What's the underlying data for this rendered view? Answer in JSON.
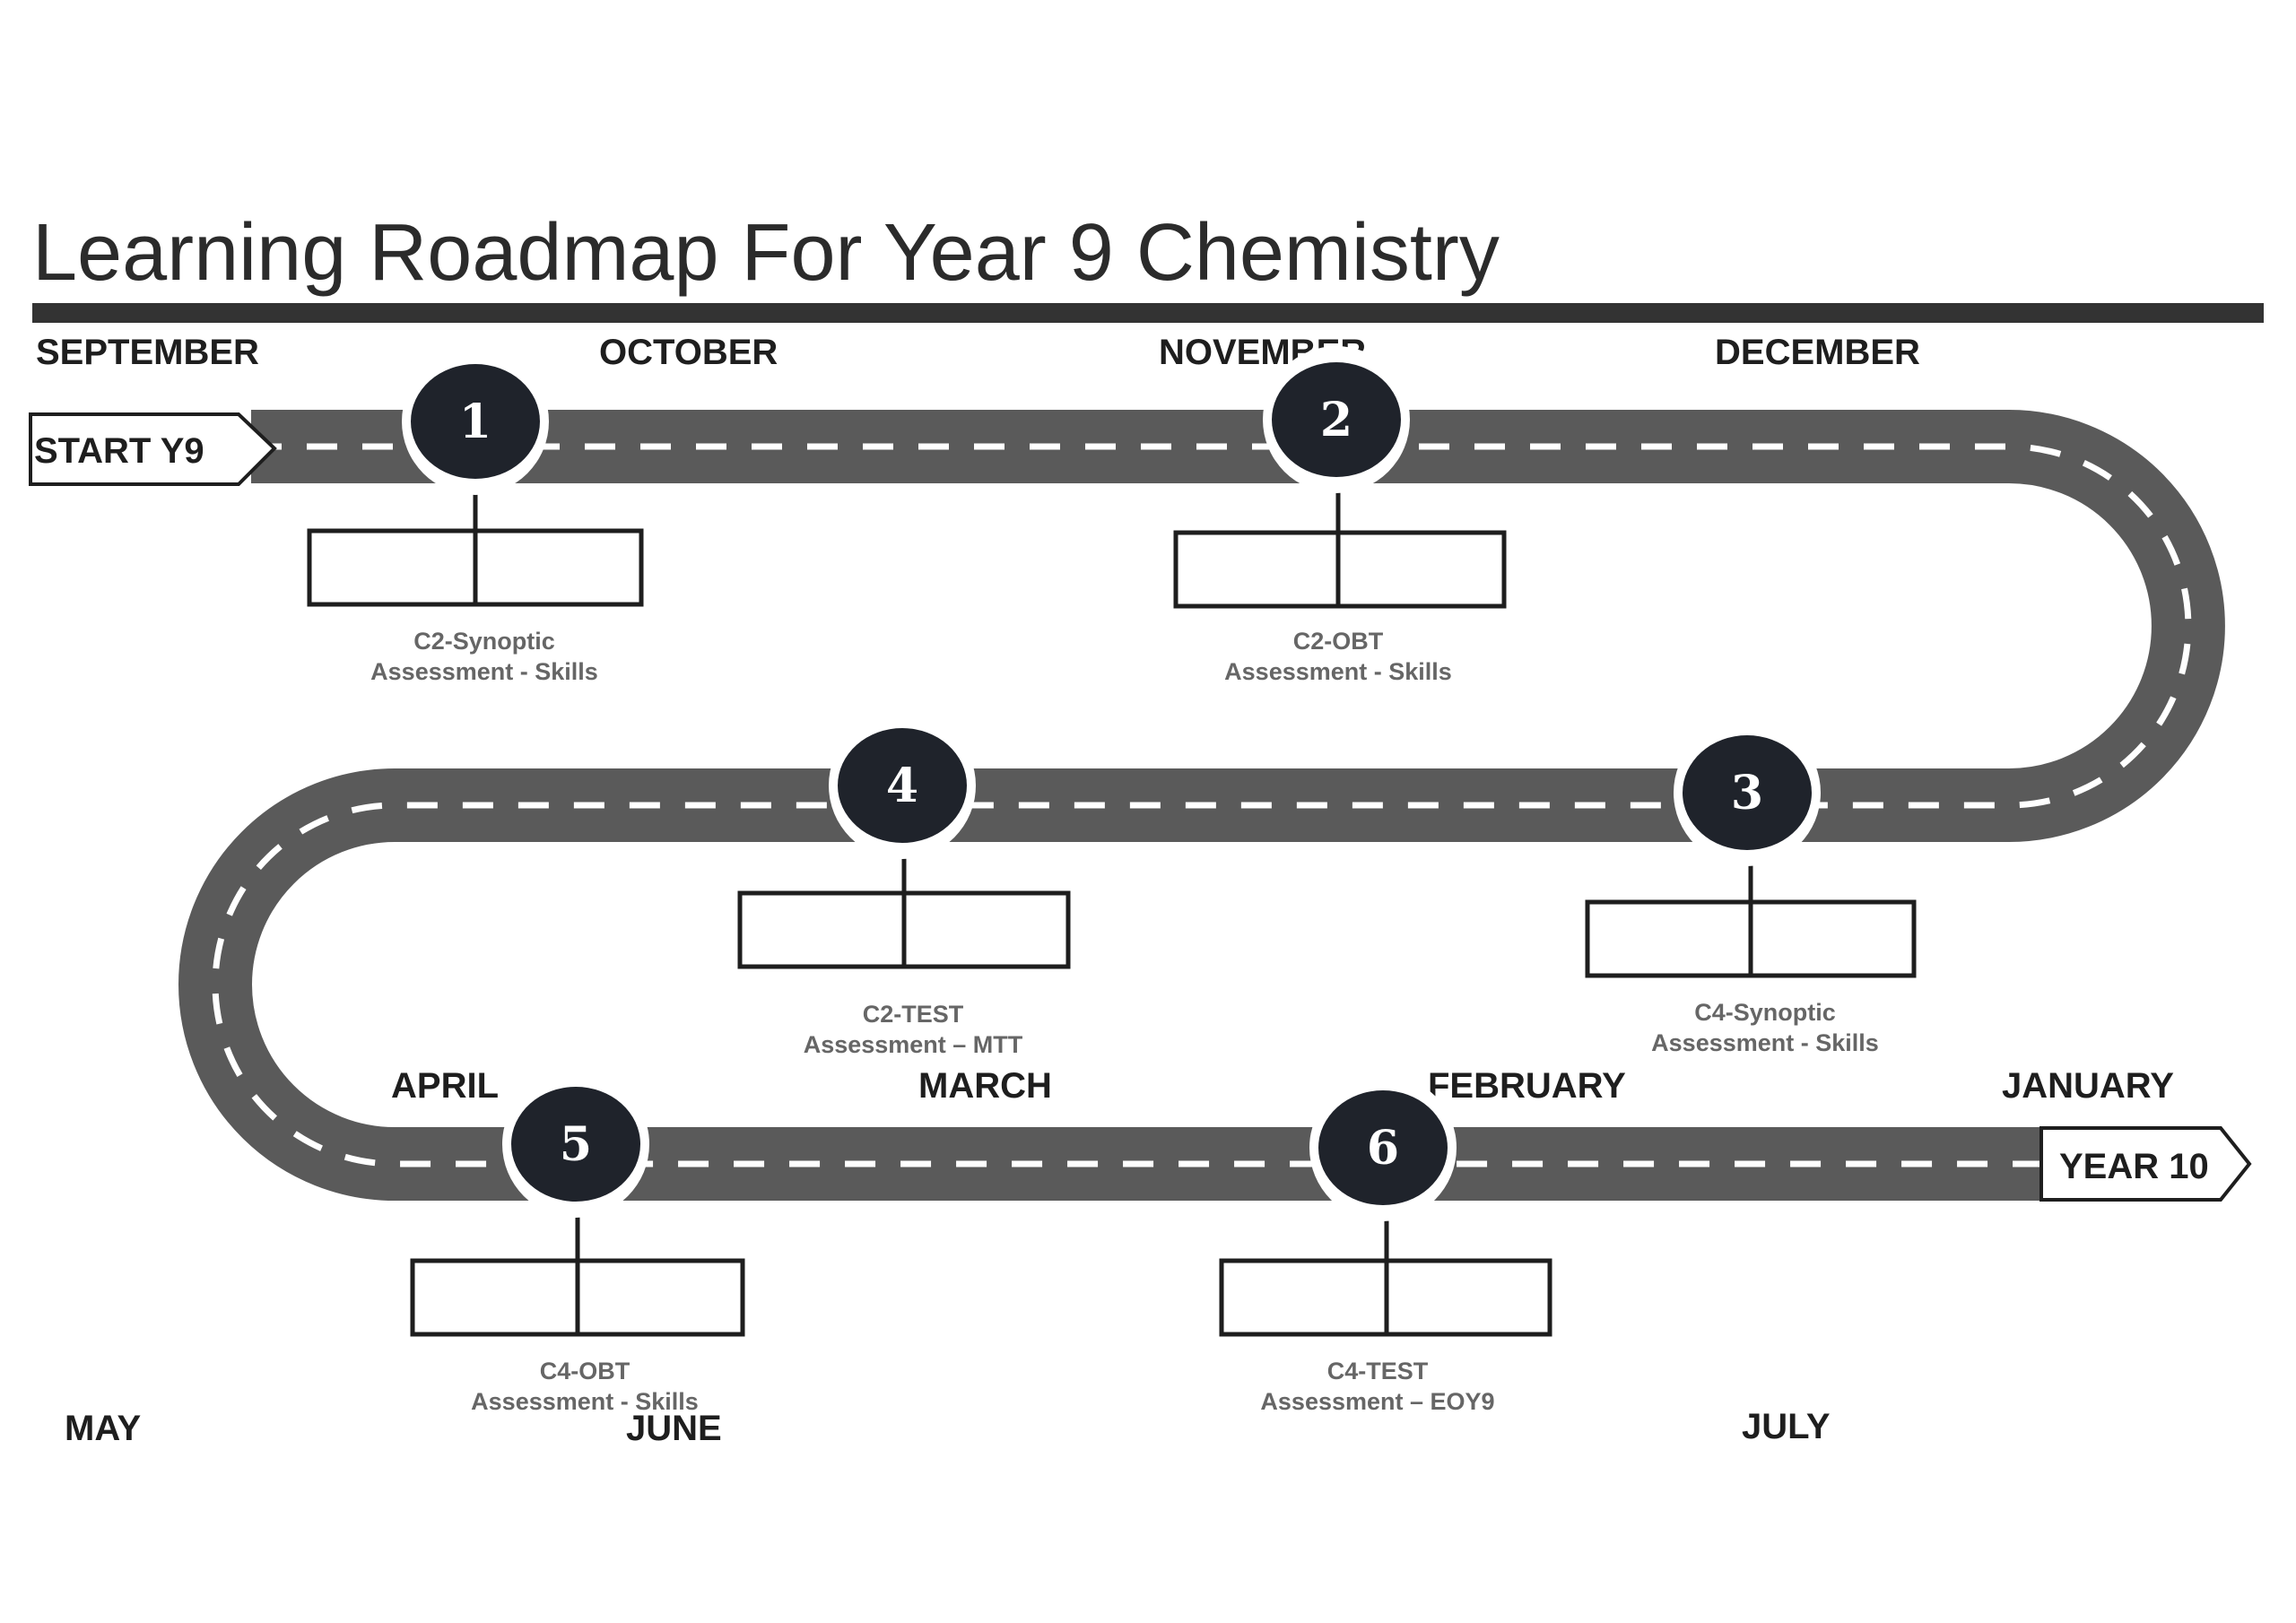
{
  "title": "Learning Roadmap For Year 9 Chemistry",
  "colors": {
    "road": "#5a5a5a",
    "marker": "#1f232b",
    "rule": "#333333",
    "text": "#1e1e1e",
    "caption": "#666666"
  },
  "months": {
    "september": "SEPTEMBER",
    "october": "OCTOBER",
    "november": "NOVEMBER",
    "december": "DECEMBER",
    "january": "JANUARY",
    "february": "FEBRUARY",
    "march": "MARCH",
    "april": "APRIL",
    "may": "MAY",
    "june": "JUNE",
    "july": "JULY"
  },
  "start_sign": "START Y9",
  "end_sign": "YEAR 10",
  "checkpoints": [
    {
      "number": "1",
      "line1": "C2-Synoptic",
      "line2": "Assessment - Skills"
    },
    {
      "number": "2",
      "line1": "C2-OBT",
      "line2": "Assessment - Skills"
    },
    {
      "number": "3",
      "line1": "C4-Synoptic",
      "line2": "Assessment - Skills"
    },
    {
      "number": "4",
      "line1": "C2-TEST",
      "line2": "Assessment – MTT"
    },
    {
      "number": "5",
      "line1": "C4-OBT",
      "line2": "Assessment - Skills"
    },
    {
      "number": "6",
      "line1": "C4-TEST",
      "line2": "Assessment – EOY9"
    }
  ]
}
